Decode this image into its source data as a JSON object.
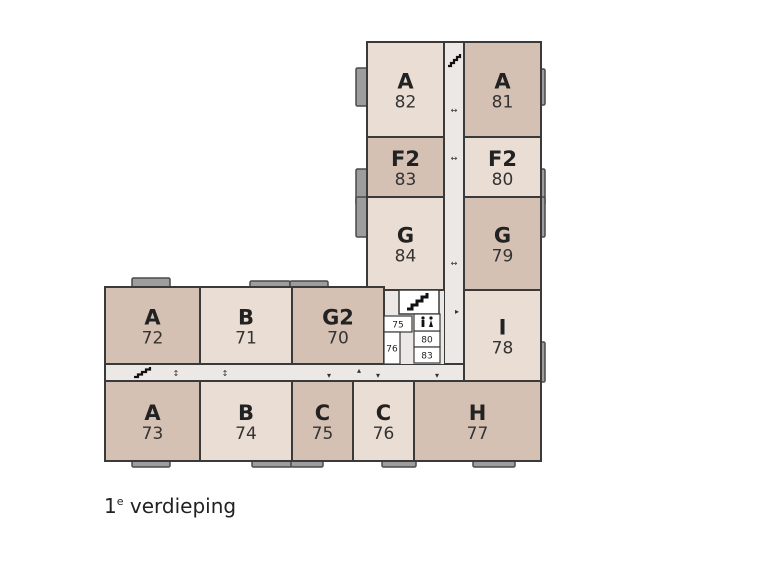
{
  "colors": {
    "dark_unit": "#d4c1b3",
    "light_unit": "#eaddd3",
    "corridor": "#ebe8e5",
    "balcony": "#9d9d9d",
    "outline": "#3a3a3a"
  },
  "units": [
    {
      "type": "A",
      "number": "82",
      "shade": "light"
    },
    {
      "type": "A",
      "number": "81",
      "shade": "dark"
    },
    {
      "type": "F2",
      "number": "83",
      "shade": "dark"
    },
    {
      "type": "F2",
      "number": "80",
      "shade": "light"
    },
    {
      "type": "G",
      "number": "84",
      "shade": "light"
    },
    {
      "type": "G",
      "number": "79",
      "shade": "dark"
    },
    {
      "type": "I",
      "number": "78",
      "shade": "light"
    },
    {
      "type": "A",
      "number": "72",
      "shade": "dark"
    },
    {
      "type": "B",
      "number": "71",
      "shade": "light"
    },
    {
      "type": "G2",
      "number": "70",
      "shade": "dark"
    },
    {
      "type": "A",
      "number": "73",
      "shade": "dark"
    },
    {
      "type": "B",
      "number": "74",
      "shade": "light"
    },
    {
      "type": "C",
      "number": "75",
      "shade": "dark"
    },
    {
      "type": "C",
      "number": "76",
      "shade": "light"
    },
    {
      "type": "H",
      "number": "77",
      "shade": "dark"
    }
  ],
  "storage_boxes": [
    "75",
    "76",
    "80",
    "83"
  ],
  "icons": {
    "stairs": "stairs-icon",
    "toilet": "toilet-icon",
    "arrows": "arrow-icon"
  },
  "floor": {
    "number": "1",
    "superscript": "e",
    "label": " verdieping"
  }
}
